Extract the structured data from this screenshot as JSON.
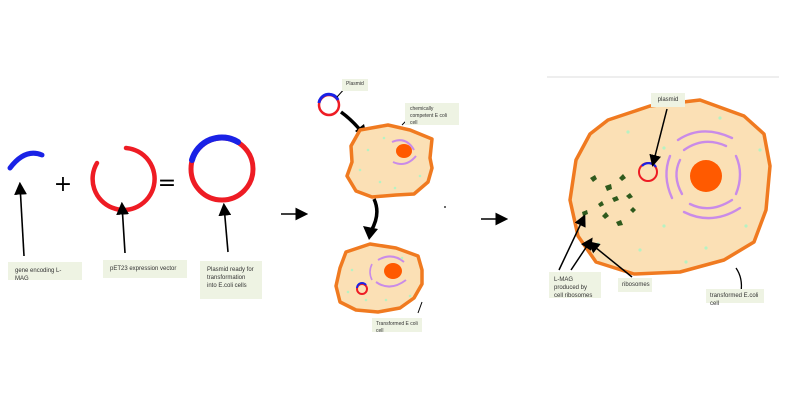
{
  "colors": {
    "insert": "#1a22e6",
    "vector": "#ee1c24",
    "cell_fill": "#fbe0b5",
    "cell_outline": "#f07a20",
    "nucleus": "#ff5a00",
    "nucleus_halo": "#c98be8",
    "dots": "#b6f2c3",
    "ribosome": "#2f5a1d",
    "label_bg": "#eef3e3",
    "ink": "#000000"
  },
  "symbols": {
    "plus": "+",
    "equals": "="
  },
  "labels": {
    "gene": "gene encoding L-MAG",
    "vector": "pET23 expression vector",
    "plasmid_ready": "Plasmid ready for transformation into E.coli cells",
    "plasmid_small": "Plasmid",
    "competent": "chemically competent E coli cell",
    "transformed_small": "Transformed E coli cell",
    "plasmid_big": "plasmid",
    "lmag": "L-MAG produced by cell ribosomes",
    "ribosomes": "ribosomes",
    "transformed_big": "transformed E.coli cell"
  }
}
